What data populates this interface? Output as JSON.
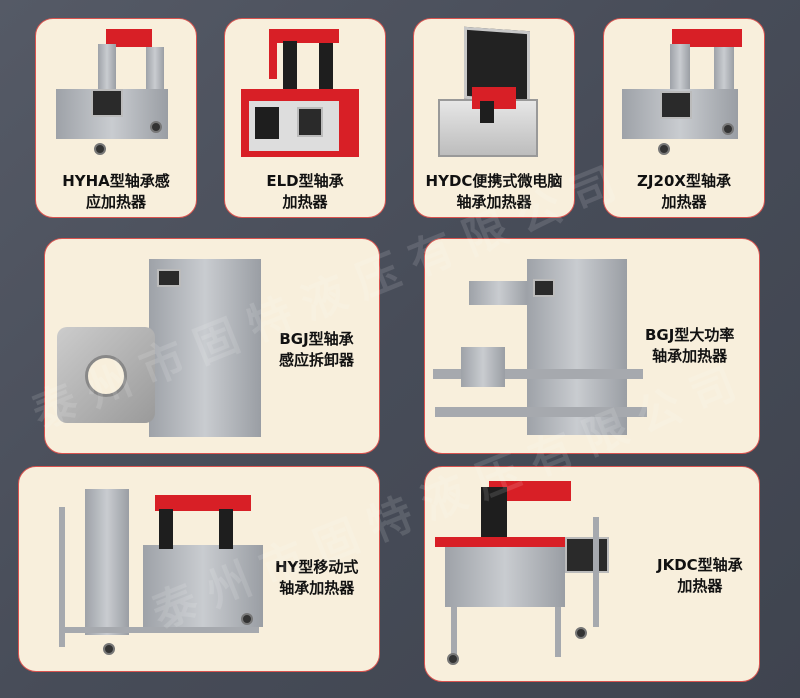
{
  "watermark": "泰州市固特液压有限公司",
  "products": [
    {
      "line1": "HYHA型轴承感",
      "line2": "应加热器"
    },
    {
      "line1": "ELD型轴承",
      "line2": "加热器"
    },
    {
      "line1": "HYDC便携式微电脑",
      "line2": "轴承加热器"
    },
    {
      "line1": "ZJ20X型轴承",
      "line2": "加热器"
    },
    {
      "line1": "BGJ型轴承",
      "line2": "感应拆卸器"
    },
    {
      "line1": "BGJ型大功率",
      "line2": "轴承加热器"
    },
    {
      "line1": "HY型移动式",
      "line2": "轴承加热器"
    },
    {
      "line1": "JKDC型轴承",
      "line2": "加热器"
    }
  ]
}
